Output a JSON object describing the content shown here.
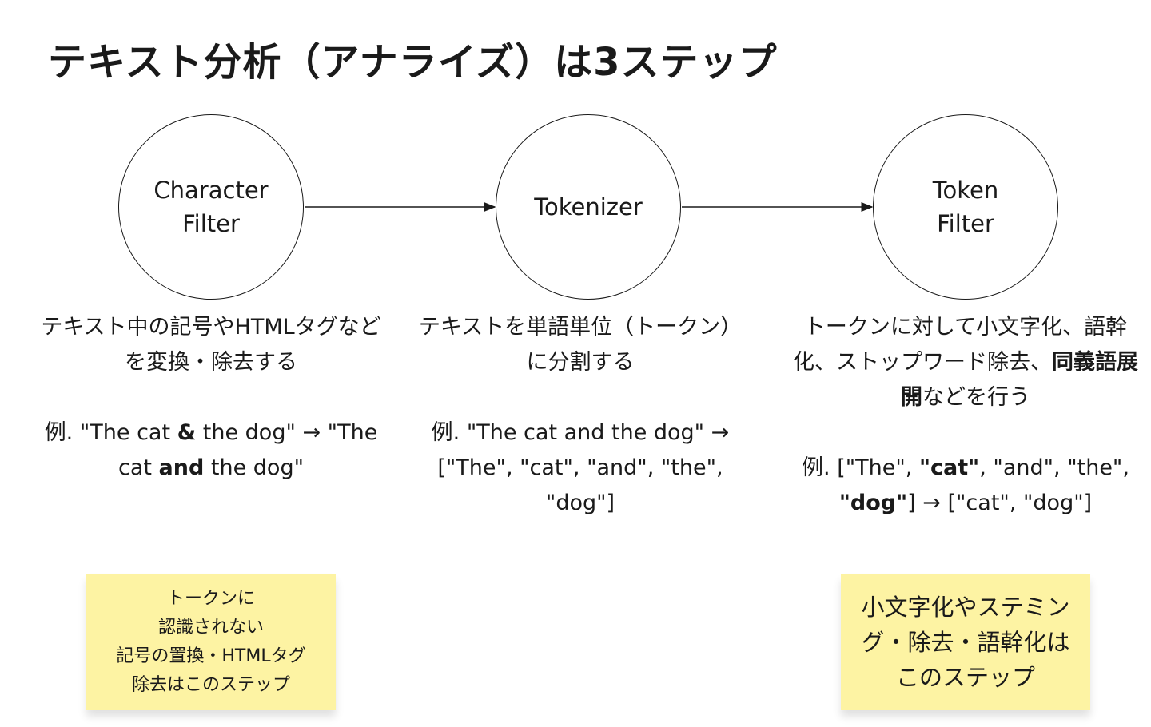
{
  "title": "テキスト分析（アナライズ）は3ステップ",
  "steps": [
    {
      "name_lines": [
        "Character",
        "Filter"
      ],
      "desc": "テキスト中の記号やHTMLタグなどを変換・除去する",
      "ex": [
        "例. \"The cat ",
        "&",
        " the dog\" → \"The cat ",
        "and",
        " the dog\""
      ]
    },
    {
      "name_lines": [
        "Tokenizer"
      ],
      "desc": "テキストを単語単位（トークン）に分割する",
      "ex": [
        "例. \"The cat and the dog\" → [\"The\", \"cat\", \"and\", \"the\", \"dog\"]"
      ]
    },
    {
      "name_lines": [
        "Token",
        "Filter"
      ],
      "desc": [
        "トークンに対して小文字化、語幹化、ストップワード除去、",
        "同義語展開",
        "などを行う"
      ],
      "ex": [
        "例. [\"The\", ",
        "\"cat\"",
        ", \"and\", \"the\", ",
        "\"dog\"",
        "] → [\"cat\", \"dog\"]"
      ]
    }
  ],
  "stickies": [
    {
      "lines": [
        "トークンに",
        "認識されない",
        "記号の置換・HTMLタグ",
        "除去はこのステップ"
      ]
    },
    {
      "text": "小文字化やステミング・除去・語幹化はこのステップ"
    }
  ],
  "colors": {
    "sticky": "#fdf3a3",
    "stroke": "#1a1a1a"
  }
}
